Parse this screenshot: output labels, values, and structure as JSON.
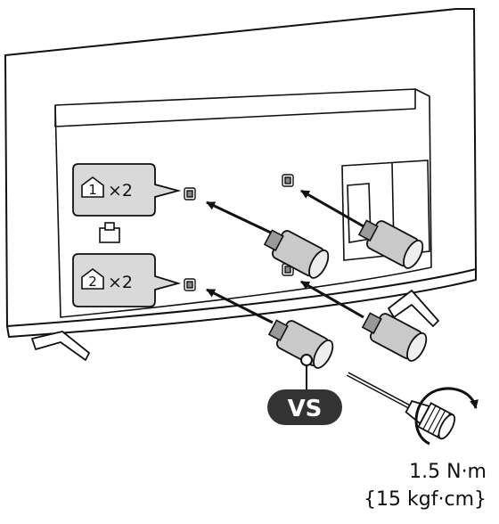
{
  "callouts": [
    {
      "number": "1",
      "quantity": "×2"
    },
    {
      "number": "2",
      "quantity": "×2"
    }
  ],
  "screw_label": "VS",
  "torque": {
    "newton": "1.5 N·m",
    "kgf": "{15 kgf·cm}"
  },
  "colors": {
    "line": "#111111",
    "callout_fill": "#d9d9d9",
    "badge": "#333333"
  }
}
